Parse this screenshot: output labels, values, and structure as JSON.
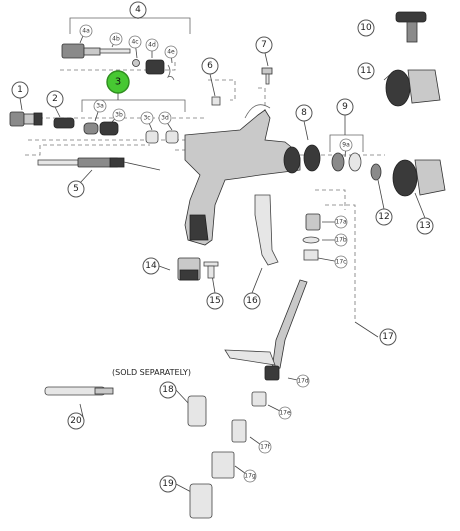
{
  "note": "(SOLD SEPARATELY)",
  "callouts": {
    "c1": "1",
    "c2": "2",
    "c3": "3",
    "c4": "4",
    "c5": "5",
    "c6": "6",
    "c7": "7",
    "c8": "8",
    "c9": "9",
    "c10": "10",
    "c11": "11",
    "c12": "12",
    "c13": "13",
    "c14": "14",
    "c15": "15",
    "c16": "16",
    "c17": "17",
    "c18": "18",
    "c19": "19",
    "c20": "20"
  },
  "subcallouts": {
    "s4a": "4a",
    "s4b": "4b",
    "s4c": "4c",
    "s4d": "4d",
    "s4e": "4e",
    "s3a": "3a",
    "s3b": "3b",
    "s3c": "3c",
    "s3d": "3d",
    "s9a": "9a",
    "s17a": "17a",
    "s17b": "17b",
    "s17c": "17c",
    "s17d": "17d",
    "s17e": "17e",
    "s17f": "17f",
    "s17g": "17g"
  },
  "highlight": {
    "callout": "3",
    "color": "#47c832"
  }
}
